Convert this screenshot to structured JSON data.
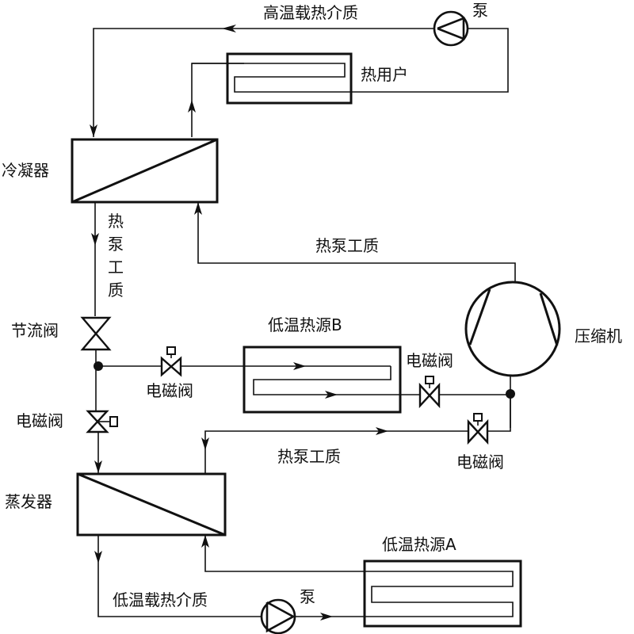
{
  "diagram": {
    "title": "热泵系统流程图",
    "labels": {
      "high_temp_medium": "高温载热介质",
      "pump_top": "泵",
      "heat_user": "热用户",
      "condenser": "冷凝器",
      "hp_working_fluid_vertical": [
        "热",
        "泵",
        "工",
        "质"
      ],
      "hp_working_fluid_top": "热泵工质",
      "throttle_valve": "节流阀",
      "low_temp_source_b": "低温热源B",
      "solenoid_valve_b_in": "电磁阀",
      "solenoid_valve_b_out": "电磁阀",
      "compressor": "压缩机",
      "solenoid_valve_left": "电磁阀",
      "hp_working_fluid_bottom": "热泵工质",
      "solenoid_valve_evap_out": "电磁阀",
      "evaporator": "蒸发器",
      "low_temp_source_a": "低温热源A",
      "low_temp_medium": "低温载热介质",
      "pump_bottom": "泵"
    },
    "components": [
      {
        "id": "condenser",
        "type": "heat-exchanger"
      },
      {
        "id": "evaporator",
        "type": "heat-exchanger"
      },
      {
        "id": "compressor",
        "type": "compressor"
      },
      {
        "id": "throttle-valve",
        "type": "valve"
      },
      {
        "id": "solenoid-valve-left",
        "type": "solenoid-valve"
      },
      {
        "id": "solenoid-valve-b-in",
        "type": "solenoid-valve"
      },
      {
        "id": "solenoid-valve-b-out",
        "type": "solenoid-valve"
      },
      {
        "id": "solenoid-valve-evap-out",
        "type": "solenoid-valve"
      },
      {
        "id": "heat-user",
        "type": "coil-heat-exchanger"
      },
      {
        "id": "low-temp-source-a",
        "type": "coil-heat-exchanger"
      },
      {
        "id": "low-temp-source-b",
        "type": "coil-heat-exchanger"
      },
      {
        "id": "pump-top",
        "type": "pump"
      },
      {
        "id": "pump-bottom",
        "type": "pump"
      }
    ]
  }
}
